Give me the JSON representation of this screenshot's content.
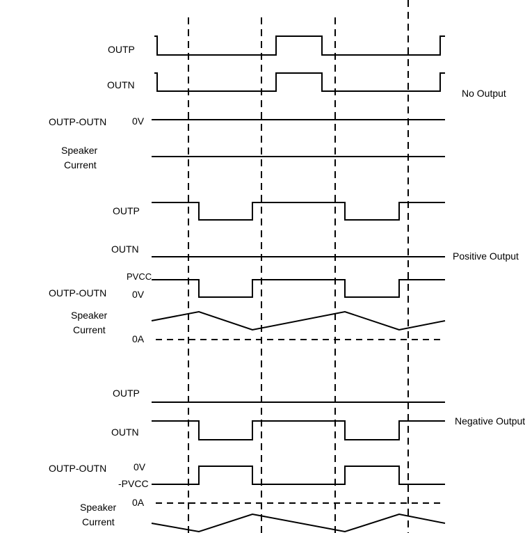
{
  "diagram": {
    "sections": {
      "no_output": {
        "title": "No Output",
        "outp_label": "OUTP",
        "outn_label": "OUTN",
        "diff_label": "OUTP-OUTN",
        "diff_level_label": "0V",
        "current_label_line1": "Speaker",
        "current_label_line2": "Current"
      },
      "positive_output": {
        "title": "Positive Output",
        "outp_label": "OUTP",
        "outn_label": "OUTN",
        "diff_label": "OUTP-OUTN",
        "diff_high_label": "PVCC",
        "diff_low_label": "0V",
        "current_label_line1": "Speaker",
        "current_label_line2": "Current",
        "current_zero_label": "0A"
      },
      "negative_output": {
        "title": "Negative Output",
        "outp_label": "OUTP",
        "outn_label": "OUTN",
        "diff_label": "OUTP-OUTN",
        "diff_high_label": "0V",
        "diff_low_label": "-PVCC",
        "current_label_line1": "Speaker",
        "current_label_line2": "Current",
        "current_zero_label": "0A"
      }
    }
  }
}
